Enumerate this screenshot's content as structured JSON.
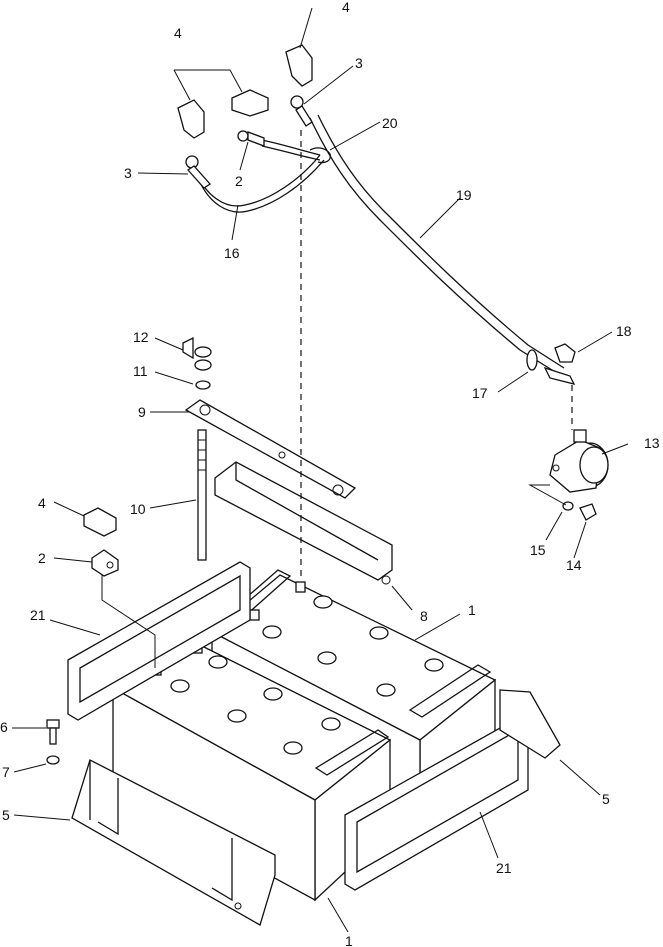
{
  "diagram": {
    "callouts": [
      {
        "id": "c1a",
        "label": "1"
      },
      {
        "id": "c1b",
        "label": "1"
      },
      {
        "id": "c2a",
        "label": "2"
      },
      {
        "id": "c2b",
        "label": "2"
      },
      {
        "id": "c3a",
        "label": "3"
      },
      {
        "id": "c3b",
        "label": "3"
      },
      {
        "id": "c4a",
        "label": "4"
      },
      {
        "id": "c4b",
        "label": "4"
      },
      {
        "id": "c4c",
        "label": "4"
      },
      {
        "id": "c5a",
        "label": "5"
      },
      {
        "id": "c5b",
        "label": "5"
      },
      {
        "id": "c6",
        "label": "6"
      },
      {
        "id": "c7",
        "label": "7"
      },
      {
        "id": "c8",
        "label": "8"
      },
      {
        "id": "c9",
        "label": "9"
      },
      {
        "id": "c10",
        "label": "10"
      },
      {
        "id": "c11",
        "label": "11"
      },
      {
        "id": "c12",
        "label": "12"
      },
      {
        "id": "c13",
        "label": "13"
      },
      {
        "id": "c14",
        "label": "14"
      },
      {
        "id": "c15",
        "label": "15"
      },
      {
        "id": "c16",
        "label": "16"
      },
      {
        "id": "c17",
        "label": "17"
      },
      {
        "id": "c18",
        "label": "18"
      },
      {
        "id": "c19",
        "label": "19"
      },
      {
        "id": "c20",
        "label": "20"
      },
      {
        "id": "c21a",
        "label": "21"
      },
      {
        "id": "c21b",
        "label": "21"
      }
    ]
  }
}
